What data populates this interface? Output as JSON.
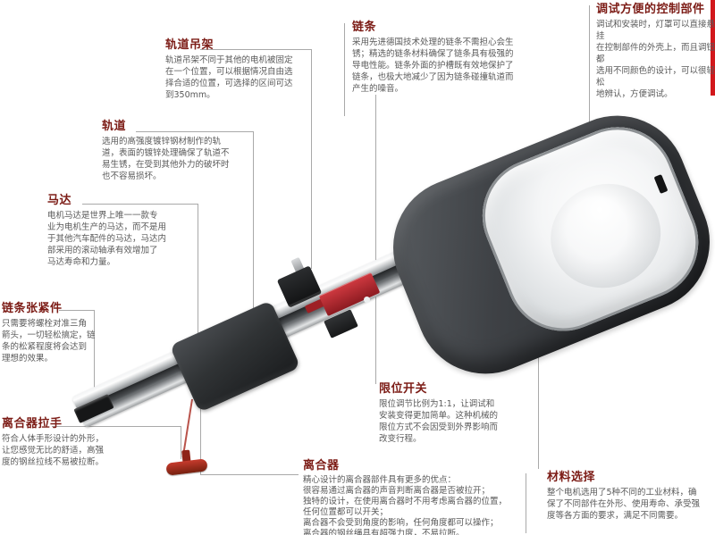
{
  "colors": {
    "heading": "#7c1c16",
    "body_text": "#595959",
    "leader_line": "#a9a9a9",
    "accent_red": "#d2181c",
    "limit_slider_red": "#b5232a",
    "rail_silver": "#c3c6c8",
    "motor_dark": "#3e4145",
    "lens_white": "#f4f5f6"
  },
  "annotations": {
    "rail_hanger": {
      "title": "轨道吊架",
      "body": "轨道吊架不同于其他的电机被固定\n在一个位置，可以根据情况自由选\n择合适的位置，可选择的区间可达\n到350mm。"
    },
    "rail": {
      "title": "轨道",
      "body": "选用的高强度镀锌钢材制作的轨\n道，表面的镀锌处理确保了轨道不\n易生锈，在受到其他外力的破坏时\n也不容易损坏。"
    },
    "motor": {
      "title": "马达",
      "body": "电机马达是世界上唯一一款专\n业为电机生产的马达，而不是用\n于其他汽车配件的马达，马达内\n部采用的滚动轴承有效增加了\n马达寿命和力量。"
    },
    "chain_tensioner": {
      "title": "链条张紧件",
      "body": "只需要将螺栓对准三角\n箭头，一切轻松搞定，链\n条的松紧程度将会达到\n理想的效果。"
    },
    "clutch_handle": {
      "title": "离合器拉手",
      "body": "符合人体手形设计的外形，\n让您感觉无比的舒适，高强\n度的钢丝拉线不易被拉断。"
    },
    "chain": {
      "title": "链条",
      "body": "采用先进德国技术处理的链条不需担心会生\n锈；精选的链条材料确保了链条具有极强的\n导电性能。链条外面的护槽既有效地保护了\n链条，也极大地减少了因为链条碰撞轨道而\n产生的噪音。"
    },
    "control_unit": {
      "title": "调试方便的控制部件",
      "body": "调试和安装时，灯罩可以直接悬挂\n在控制部件的外壳上，而且调钮都\n选用不同颜色的设计，可以很轻松\n地辨认，方便调试。"
    },
    "limit_switch": {
      "title": "限位开关",
      "body": "限位调节比例为1:1，让调试和\n安装变得更加简单。这种机械的\n限位方式不会因受到外界影响而\n改变行程。"
    },
    "clutch": {
      "title": "离合器",
      "body": "精心设计的离合器部件具有更多的优点：\n很容易通过离合器的声音判断离合器是否被拉开；\n独特的设计，在使用离合器时不用考虑离合器的位置，\n任何位置都可以开关；\n离合器不会受到角度的影响，任何角度都可以操作；\n离合器的钢丝绳具有超强力度，不易拉断。"
    },
    "materials": {
      "title": "材料选择",
      "body": "整个电机选用了5种不同的工业材料，确\n保了不同部件在外形、使用寿命、承受强\n度等各方面的要求，满足不同需要。"
    }
  }
}
